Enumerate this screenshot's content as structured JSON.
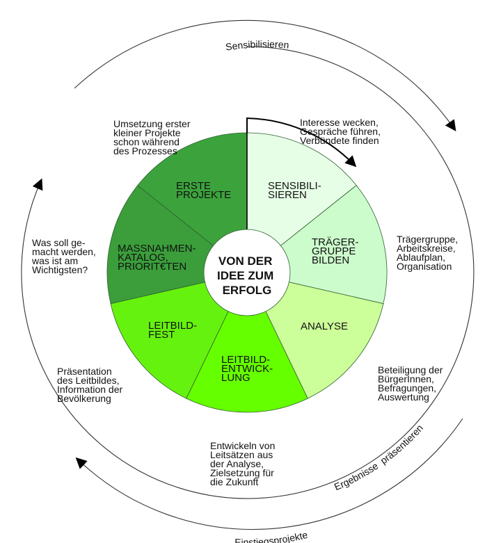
{
  "title": "VON DER IDEE ZUM ERFOLG",
  "center": {
    "lines": [
      "VON DER",
      "IDEE ZUM",
      "ERFOLG"
    ]
  },
  "segments": [
    {
      "id": "sensibilisieren",
      "lines": [
        "SENSIBILI-",
        "SIEREN"
      ],
      "color": "#e6fde6"
    },
    {
      "id": "traegergruppe",
      "lines": [
        "TRÄGER-",
        "GRUPPE",
        "BILDEN"
      ],
      "color": "#ccfccc"
    },
    {
      "id": "analyse",
      "lines": [
        "ANALYSE"
      ],
      "color": "#ccff99"
    },
    {
      "id": "leitbild-entwicklung",
      "lines": [
        "LEITBILD-",
        "ENTWICK-",
        "LUNG"
      ],
      "color": "#66ff00"
    },
    {
      "id": "leitbild-fest",
      "lines": [
        "LEITBILD-",
        "FEST"
      ],
      "color": "#66f20f"
    },
    {
      "id": "massnahmenkatalog",
      "lines": [
        "MASSNAHMEN-",
        "KATALOG,",
        "PRIORIT€TEN"
      ],
      "color": "#3b9e3b"
    },
    {
      "id": "erste-projekte",
      "lines": [
        "ERSTE",
        "PROJEKTE"
      ],
      "color": "#3ca33c"
    }
  ],
  "notes": {
    "sensibilisieren": [
      "Interesse wecken,",
      "Gespräche führen,",
      "Verbündete finden"
    ],
    "traegergruppe": [
      "Trägergruppe,",
      "Arbeitskreise,",
      "Ablaufplan,",
      "Organisation"
    ],
    "analyse": [
      "Beteiligung der",
      "BürgerInnen,",
      "Befragungen,",
      "Auswertung"
    ],
    "leitbild_entwicklung": [
      "Entwickeln von",
      "Leitsätzen aus",
      "der Analyse,",
      "Zielsetzung für",
      "die Zukunft"
    ],
    "leitbild_fest": [
      "Präsentation",
      "des Leitbildes,",
      "Information der",
      "Bevölkerung"
    ],
    "massnahmen": [
      "Was soll ge-",
      "macht werden,",
      "was ist am",
      "Wichtigsten?"
    ],
    "erste_projekte": [
      "Umsetzung erster",
      "kleiner Projekte",
      "schon während",
      "des Prozesses"
    ]
  },
  "cycle_labels": {
    "outer_top": "Sensibilisieren",
    "inner_bottom": "Ergebnisse  präsentieren",
    "outer_bottom": "Einstiegsprojekte"
  },
  "colors": {
    "stroke": "#333333",
    "segment_border": "#2f5f2f"
  }
}
